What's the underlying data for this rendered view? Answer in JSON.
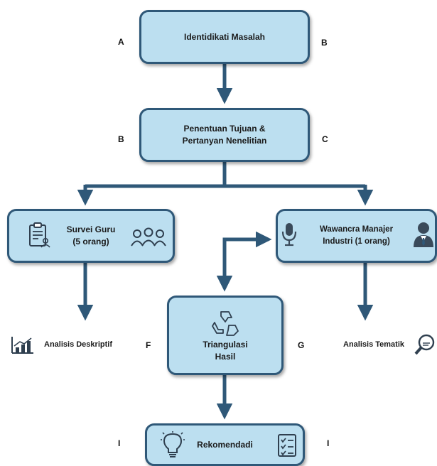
{
  "colors": {
    "box_fill": "#bcdff0",
    "box_border": "#2f5878",
    "arrow": "#2f5878",
    "text": "#1a1a1a"
  },
  "nodes": {
    "identifikasi": "Identidikati Masalah",
    "penentuan": "Penentuan Tujuan &\nPertanyan Nenelitian",
    "survei": "Survei Guru\n(5 orang)",
    "wawancara": "Wawancra Manajer\nIndustri (1 orang)",
    "triangulasi": "Triangulasi\nHasil",
    "rekomendasi": "Rekomendadi"
  },
  "outputs": {
    "deskriptif": "Analisis Deskriptif",
    "tematik": "Analisis Tematik"
  },
  "letters": {
    "a": "A",
    "b1": "B",
    "b2": "B",
    "c": "C",
    "f": "F",
    "g": "G",
    "i1": "I",
    "i2": "I"
  },
  "icons": {
    "survei_left": "clipboard-icon",
    "survei_right": "people-group-icon",
    "wawancara_left": "microphone-icon",
    "wawancara_right": "person-icon",
    "triangulasi": "cycle-arrows-icon",
    "rekomendasi_left": "lightbulb-icon",
    "rekomendasi_right": "checklist-icon",
    "deskriptif": "bar-chart-icon",
    "tematik": "magnifier-icon"
  }
}
